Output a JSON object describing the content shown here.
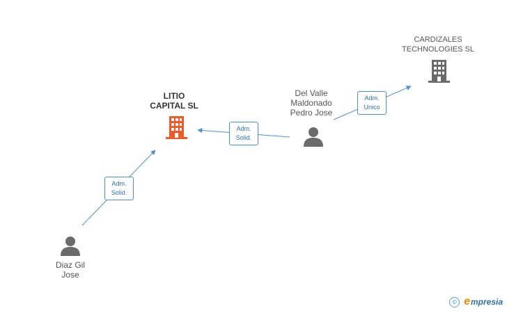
{
  "colors": {
    "edge": "#4a90d9",
    "focus_company": "#f05a28",
    "company": "#6b6b6b",
    "person": "#6b6b6b"
  },
  "nodes": {
    "litio": {
      "line1": "LITIO",
      "line2": "CAPITAL SL",
      "icon": "building-icon"
    },
    "cardizales": {
      "line1": "CARDIZALES",
      "line2": "TECHNOLOGIES SL",
      "icon": "building-icon"
    },
    "delvalle": {
      "line1": "Del Valle",
      "line2": "Maldonado",
      "line3": "Pedro Jose",
      "icon": "person-icon"
    },
    "diaz": {
      "line1": "Diaz Gil",
      "line2": "Jose",
      "icon": "person-icon"
    }
  },
  "edges": {
    "diaz_to_litio": {
      "line1": "Adm.",
      "line2": "Solid."
    },
    "delvalle_to_litio": {
      "line1": "Adm.",
      "line2": "Solid."
    },
    "delvalle_to_cardizales": {
      "line1": "Adm.",
      "line2": "Unico"
    }
  },
  "footer": {
    "copyright_symbol": "©",
    "brand_initial": "e",
    "brand_rest": "mpresia"
  }
}
